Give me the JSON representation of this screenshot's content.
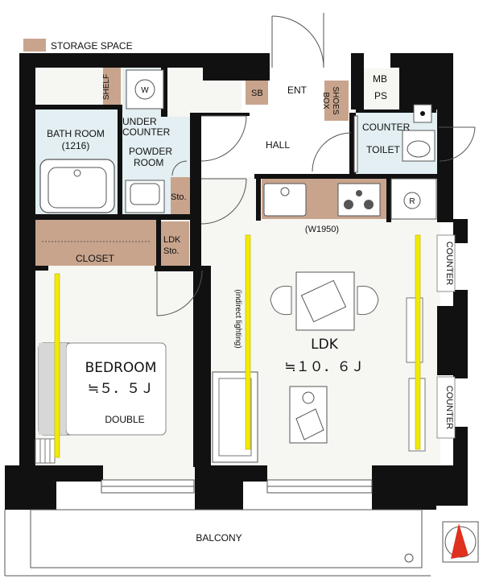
{
  "legend": {
    "storage_label": "STORAGE SPACE"
  },
  "colors": {
    "wall": "#111111",
    "storage": "#c8a48d",
    "wet_area": "#e3eff2",
    "floor": "#f6f6f3",
    "bed": "#d7d7d7",
    "lighting": "#f2ea00",
    "compass": "#e0301e"
  },
  "rooms": {
    "shelf": "SHELF",
    "washer": "W",
    "bath_room": "BATH ROOM",
    "bath_size": "(1216)",
    "under_counter": "UNDER",
    "under_counter_2": "COUNTER",
    "powder_room": "POWDER",
    "powder_room_2": "ROOM",
    "sto_small": "Sto.",
    "sb": "SB",
    "ent": "ENT",
    "shoes_box": "SHOES",
    "shoes_box_2": "BOX",
    "mb": "MB",
    "ps": "PS",
    "hall": "HALL",
    "counter_toilet": "COUNTER",
    "toilet": "TOILET",
    "closet": "CLOSET",
    "ldk_sto": "LDK",
    "ldk_sto_2": "Sto.",
    "refrigerator": "R",
    "kitchen_width": "(W1950)",
    "indirect_lighting": "(indirect lighting)",
    "counter_right_1": "COUNTER",
    "counter_right_2": "COUNTER",
    "bedroom": "BEDROOM",
    "bedroom_size": "≒５．５Ｊ",
    "bed": "DOUBLE",
    "ldk": "LDK",
    "ldk_size": "≒１０．６Ｊ",
    "balcony": "BALCONY"
  }
}
